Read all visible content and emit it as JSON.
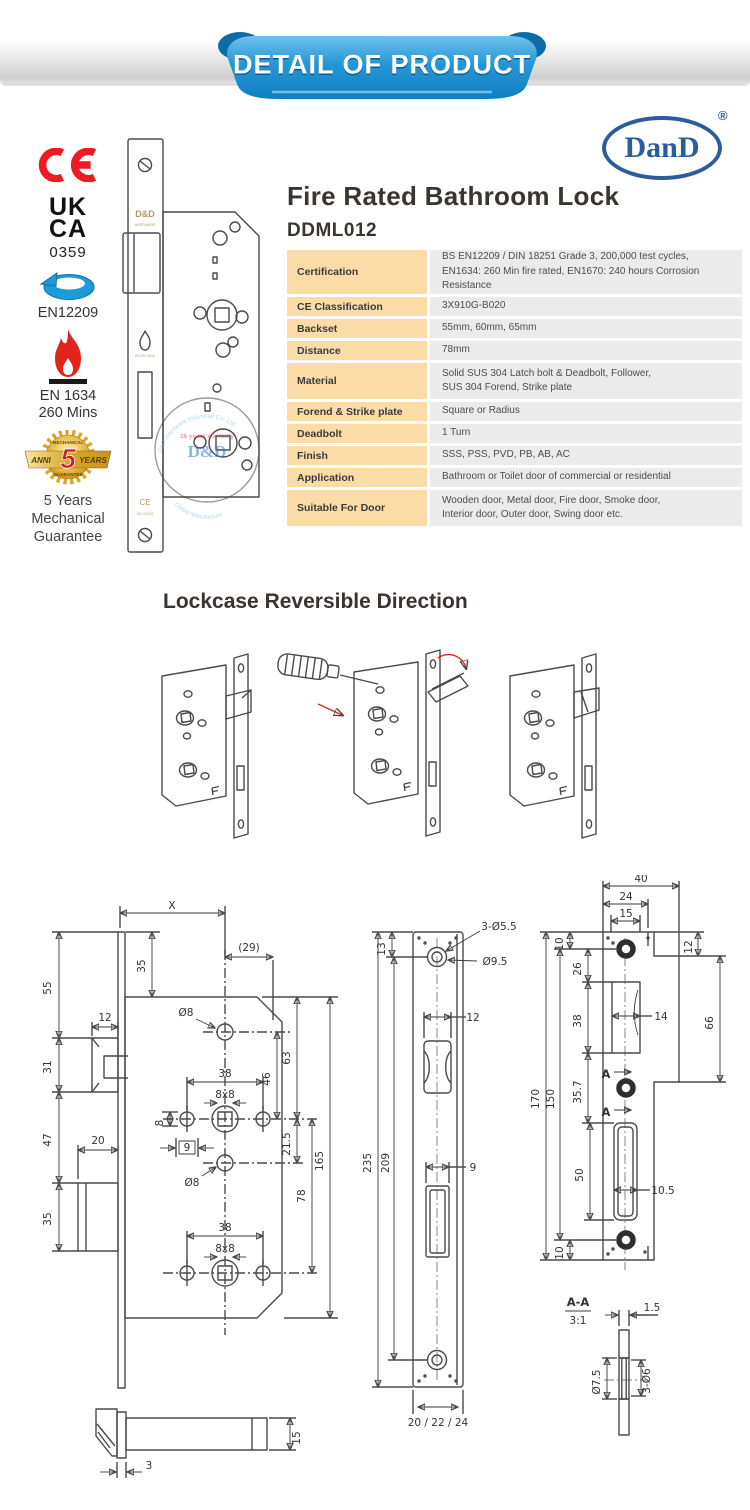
{
  "header": {
    "ribbon_label": "DETAIL OF PRODUCT"
  },
  "logo": {
    "name": "DanD",
    "reg": "®"
  },
  "certs": {
    "ukca_line1": "UK",
    "ukca_line2": "CA",
    "ukca_code": "0359",
    "en12209_label": "EN12209",
    "fire_line1": "EN 1634",
    "fire_line2": "260 Mins",
    "seal": {
      "top": "MECHANICAL",
      "left": "ANNI",
      "num": "5",
      "right": "YEARS",
      "bottom": "GUARANTEE"
    },
    "guarantee_caption": "5 Years\nMechanical\nGuarantee"
  },
  "product": {
    "title": "Fire Rated Bathroom Lock",
    "model": "DDML012",
    "photo": {
      "brand_etch": "D&D",
      "brand_etch_sub": "HARDWARE",
      "etch_fire_label": "BS EN 1634",
      "etch_ce": "CE",
      "etch_en": "EN 12209",
      "watermark_ring": "D&D Hardware Industrial Co.,Ltd",
      "watermark_warranty": "16 years warranty",
      "watermark_brand": "D&D",
      "watermark_bottom": "Global Manufacture"
    }
  },
  "spec_table": {
    "rows": [
      {
        "label": "Certification",
        "value": "BS EN12209 / DIN 18251 Grade 3, 200,000 test cycles,\nEN1634: 260 Min fire rated, EN1670: 240 hours Corrosion Resistance"
      },
      {
        "label": "CE Classification",
        "value": "3X910G-B020"
      },
      {
        "label": "Backset",
        "value": "55mm, 60mm, 65mm"
      },
      {
        "label": "Distance",
        "value": "78mm"
      },
      {
        "label": "Material",
        "value": "Solid SUS 304 Latch bolt & Deadbolt, Follower,\nSUS 304 Forend, Strike plate"
      },
      {
        "label": "Forend & Strike plate",
        "value": "Square or Radius"
      },
      {
        "label": "Deadbolt",
        "value": "1 Turn"
      },
      {
        "label": "Finish",
        "value": "SSS, PSS, PVD, PB, AB, AC"
      },
      {
        "label": "Application",
        "value": "Bathroom or Toilet door of commercial or residential"
      },
      {
        "label": "Suitable For Door",
        "value": "Wooden door, Metal door, Fire door, Smoke door,\nInterior door, Outer door, Swing door etc."
      }
    ]
  },
  "reversible": {
    "heading": "Lockcase Reversible Direction"
  },
  "drawings": {
    "lock_body": {
      "dims": [
        "X",
        "35",
        "(29)",
        "55",
        "12",
        "31",
        "47",
        "20",
        "35",
        "Ø8",
        "38",
        "8x8",
        "8",
        "9",
        "Ø8",
        "46",
        "63",
        "21.5",
        "165",
        "78",
        "38",
        "8x8"
      ]
    },
    "latch_side": {
      "dims": [
        "15",
        "3"
      ]
    },
    "faceplate": {
      "dims": [
        "3-Ø5.5",
        "Ø9.5",
        "13",
        "12",
        "235",
        "209",
        "9",
        "20 / 22 / 24"
      ]
    },
    "strike": {
      "dims": [
        "40",
        "24",
        "15",
        "10",
        "26",
        "38",
        "35.7",
        "50",
        "10",
        "170",
        "150",
        "12",
        "66",
        "14",
        "10.5",
        "A",
        "A"
      ]
    },
    "section_aa": {
      "label": "A-A",
      "scale": "3:1",
      "dims": [
        "1.5",
        "Ø7.5",
        "3-Ø6"
      ]
    }
  },
  "colors": {
    "ribbon_blue": "#1E8FD0",
    "table_label_bg": "#FBDCA7",
    "table_value_bg": "#EBEBEB",
    "accent_red": "#E2231A",
    "logo_blue": "#2C5C9E",
    "gold": "#D9A520",
    "watermark_blue": "#6FB7E2"
  }
}
